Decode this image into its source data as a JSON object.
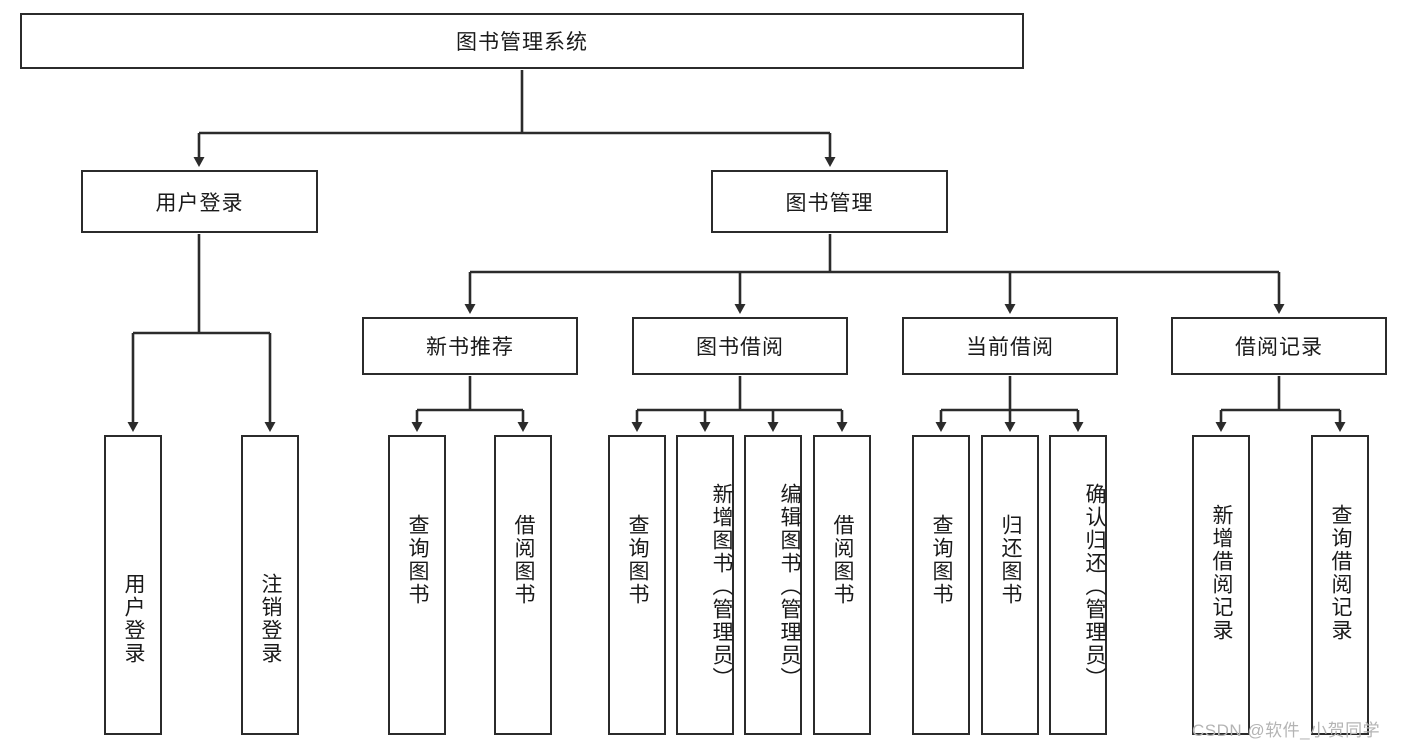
{
  "diagram": {
    "title": "图书管理系统",
    "root": {
      "id": "root",
      "label": "图书管理系统"
    },
    "level2": [
      {
        "id": "user-login",
        "label": "用户登录"
      },
      {
        "id": "book-manage",
        "label": "图书管理"
      }
    ],
    "level3": [
      {
        "id": "new-book-recommend",
        "label": "新书推荐"
      },
      {
        "id": "book-borrow",
        "label": "图书借阅"
      },
      {
        "id": "current-borrow",
        "label": "当前借阅"
      },
      {
        "id": "borrow-record",
        "label": "借阅记录"
      }
    ],
    "leaves": {
      "user_login": [
        {
          "id": "leaf-user-login",
          "label": "用户登录"
        },
        {
          "id": "leaf-logout-login",
          "label": "注销登录"
        }
      ],
      "new_book_recommend": [
        {
          "id": "leaf-query-book-1",
          "label": "查询图书"
        },
        {
          "id": "leaf-borrow-book-1",
          "label": "借阅图书"
        }
      ],
      "book_borrow": [
        {
          "id": "leaf-query-book-2",
          "label": "查询图书"
        },
        {
          "id": "leaf-add-book",
          "label": "新增图书（管理员）"
        },
        {
          "id": "leaf-edit-book",
          "label": "编辑图书（管理员）"
        },
        {
          "id": "leaf-borrow-book-2",
          "label": "借阅图书"
        }
      ],
      "current_borrow": [
        {
          "id": "leaf-query-book-3",
          "label": "查询图书"
        },
        {
          "id": "leaf-return-book",
          "label": "归还图书"
        },
        {
          "id": "leaf-confirm-return",
          "label": "确认归还（管理员）"
        }
      ],
      "borrow_record": [
        {
          "id": "leaf-add-record",
          "label": "新增借阅记录"
        },
        {
          "id": "leaf-query-record",
          "label": "查询借阅记录"
        }
      ]
    }
  },
  "watermark": {
    "text": "CSDN @软件_小贺同学"
  },
  "colors": {
    "stroke": "#2b2b2b",
    "text": "#1a1a1a",
    "background": "#ffffff",
    "watermark": "#b4b4b4"
  }
}
